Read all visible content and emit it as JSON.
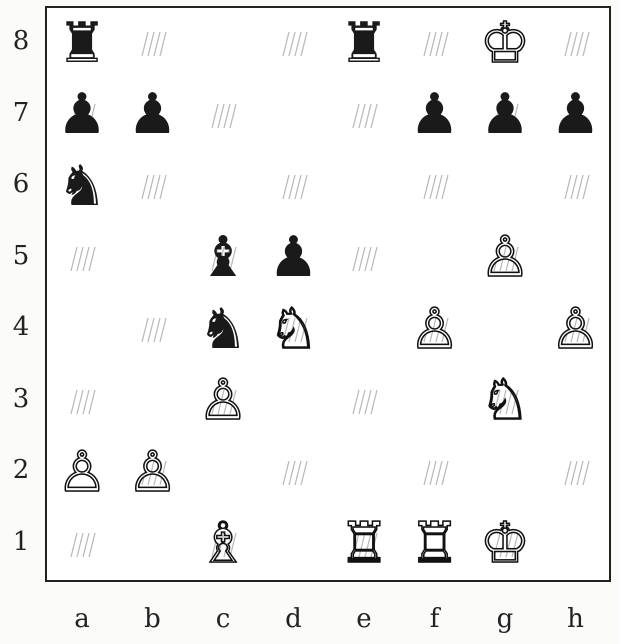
{
  "ranks": [
    "8",
    "7",
    "6",
    "5",
    "4",
    "3",
    "2",
    "1"
  ],
  "files": [
    "a",
    "b",
    "c",
    "d",
    "e",
    "f",
    "g",
    "h"
  ],
  "pieces": [
    {
      "square": "a8",
      "color": "black",
      "type": "rook",
      "glyph": "♜"
    },
    {
      "square": "e8",
      "color": "black",
      "type": "rook",
      "glyph": "♜"
    },
    {
      "square": "g8",
      "color": "white",
      "type": "king",
      "glyph": "♔"
    },
    {
      "square": "a7",
      "color": "black",
      "type": "pawn",
      "glyph": "♟"
    },
    {
      "square": "b7",
      "color": "black",
      "type": "pawn",
      "glyph": "♟"
    },
    {
      "square": "f7",
      "color": "black",
      "type": "pawn",
      "glyph": "♟"
    },
    {
      "square": "g7",
      "color": "black",
      "type": "pawn",
      "glyph": "♟"
    },
    {
      "square": "h7",
      "color": "black",
      "type": "pawn",
      "glyph": "♟"
    },
    {
      "square": "a6",
      "color": "black",
      "type": "knight",
      "glyph": "♞"
    },
    {
      "square": "c5",
      "color": "black",
      "type": "bishop",
      "glyph": "♝"
    },
    {
      "square": "d5",
      "color": "black",
      "type": "pawn",
      "glyph": "♟"
    },
    {
      "square": "g5",
      "color": "white",
      "type": "pawn",
      "glyph": "♙"
    },
    {
      "square": "c4",
      "color": "black",
      "type": "knight",
      "glyph": "♞"
    },
    {
      "square": "d4",
      "color": "white",
      "type": "knight",
      "glyph": "♘"
    },
    {
      "square": "f4",
      "color": "white",
      "type": "pawn",
      "glyph": "♙"
    },
    {
      "square": "h4",
      "color": "white",
      "type": "pawn",
      "glyph": "♙"
    },
    {
      "square": "c3",
      "color": "white",
      "type": "pawn",
      "glyph": "♙"
    },
    {
      "square": "g3",
      "color": "white",
      "type": "knight",
      "glyph": "♘"
    },
    {
      "square": "a2",
      "color": "white",
      "type": "pawn",
      "glyph": "♙"
    },
    {
      "square": "b2",
      "color": "white",
      "type": "pawn",
      "glyph": "♙"
    },
    {
      "square": "c1",
      "color": "white",
      "type": "bishop",
      "glyph": "♗"
    },
    {
      "square": "e1",
      "color": "white",
      "type": "rook",
      "glyph": "♖"
    },
    {
      "square": "f1",
      "color": "white",
      "type": "rook",
      "glyph": "♖"
    },
    {
      "square": "g1",
      "color": "white",
      "type": "king",
      "glyph": "♔"
    }
  ]
}
